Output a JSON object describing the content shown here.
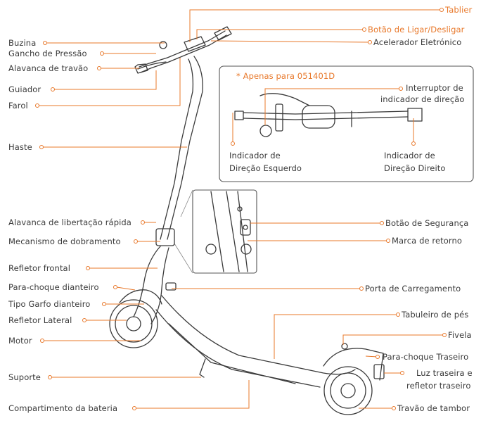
{
  "labels": {
    "tablier": "Tablier",
    "power_button": "Botão de Ligar/Desligar",
    "throttle": "Acelerador Eletrónico",
    "horn": "Buzina",
    "pressure_hook": "Gancho de Pressão",
    "brake_lever": "Alavanca de travão",
    "handlebar": "Guiador",
    "headlight": "Farol",
    "stem": "Haste",
    "only_for": "* Apenas para 051401D",
    "turn_switch_line1": "Interruptor de",
    "turn_switch_line2": "indicador de direção",
    "left_indicator_line1": "Indicador de",
    "left_indicator_line2": "Direção Esquerdo",
    "right_indicator_line1": "Indicador de",
    "right_indicator_line2": "Direção Direito",
    "quick_release": "Alavanca de libertação rápida",
    "folding": "Mecanismo de dobramento",
    "safety_button": "Botão de Segurança",
    "return_mark": "Marca de retorno",
    "front_reflector": "Refletor frontal",
    "front_fender": "Para-choque dianteiro",
    "front_fork": "Tipo Garfo dianteiro",
    "side_reflector": "Refletor Lateral",
    "motor": "Motor",
    "charging_port": "Porta de Carregamento",
    "deck": "Tabuleiro de pés",
    "buckle": "Fivela",
    "rear_fender": "Para-choque Traseiro",
    "tail_line1": "Luz traseira e",
    "tail_line2": "refletor traseiro",
    "kickstand": "Suporte",
    "battery": "Compartimento da bateria",
    "drum_brake": "Travão de tambor"
  },
  "colors": {
    "accent": "#e8782a",
    "line": "#3a3a3a",
    "text": "#3a3a3a",
    "frame_border": "#555555"
  }
}
